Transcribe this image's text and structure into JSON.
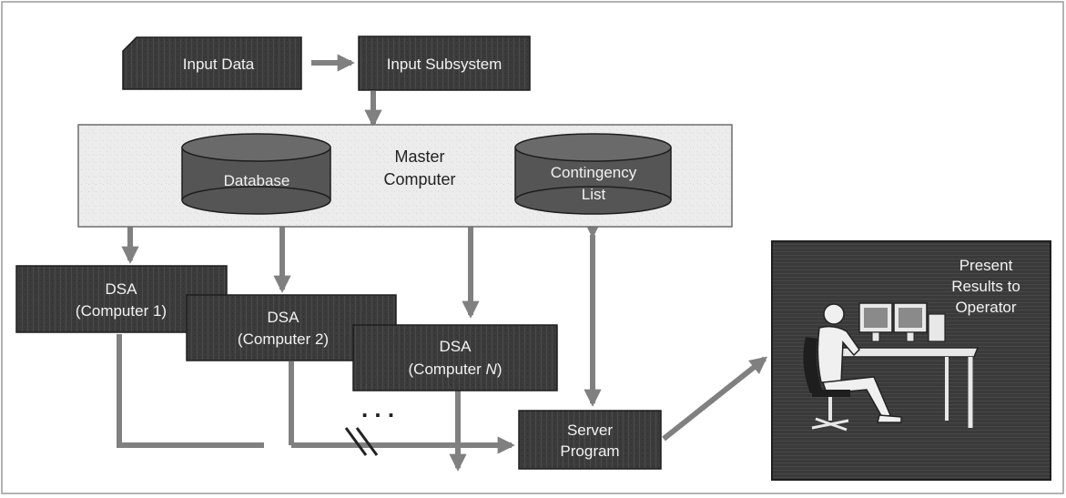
{
  "diagram": {
    "input_data": "Input Data",
    "input_subsystem": "Input Subsystem",
    "master_computer": [
      "Master",
      "Computer"
    ],
    "database": "Database",
    "contingency_list": [
      "Contingency",
      "List"
    ],
    "dsa_1": [
      "DSA",
      "(Computer 1)"
    ],
    "dsa_2": [
      "DSA",
      "(Computer 2)"
    ],
    "dsa_n": [
      "DSA",
      "(Computer ",
      "N",
      ")"
    ],
    "ellipsis": ". . .",
    "server_program": [
      "Server",
      "Program"
    ],
    "present_results": [
      "Present",
      "Results to",
      "Operator"
    ]
  },
  "colors": {
    "dark_box": "#3b3b3b",
    "light_panel": "#ebebeb",
    "cylinder": "#555555",
    "arrow": "#808080",
    "operator_bg": "#3a3a3a"
  }
}
